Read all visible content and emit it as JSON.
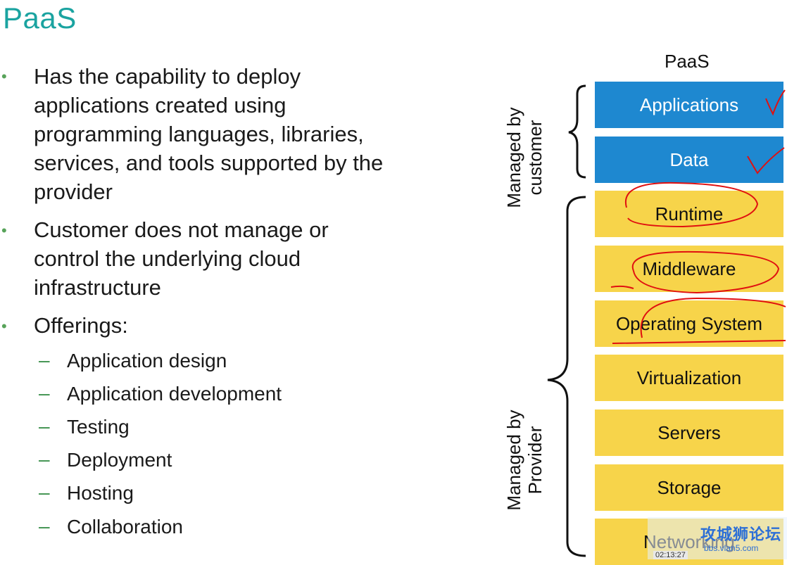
{
  "title": "PaaS",
  "bullets": [
    {
      "marker": "•",
      "lines": [
        "Has the capability to deploy",
        "applications created using",
        "programming languages, libraries,",
        "services, and tools supported by the",
        "provider"
      ]
    },
    {
      "marker": "•",
      "lines": [
        "Customer does not manage or",
        "control the underlying cloud",
        "infrastructure"
      ]
    },
    {
      "marker": "•",
      "lines": [
        "Offerings:"
      ]
    }
  ],
  "offerings": [
    "Application design",
    "Application development",
    "Testing",
    "Deployment",
    "Hosting",
    "Collaboration"
  ],
  "sub_marker": "–",
  "diagram": {
    "title": "PaaS",
    "customer_label": [
      "Managed by",
      "customer"
    ],
    "provider_label": [
      "Managed by",
      "Provider"
    ],
    "layers": [
      {
        "label": "Applications",
        "owner": "customer",
        "color": "#1e88d0"
      },
      {
        "label": "Data",
        "owner": "customer",
        "color": "#1e88d0"
      },
      {
        "label": "Runtime",
        "owner": "provider",
        "color": "#f7d44a"
      },
      {
        "label": "Middleware",
        "owner": "provider",
        "color": "#f7d44a"
      },
      {
        "label": "Operating System",
        "owner": "provider",
        "color": "#f7d44a"
      },
      {
        "label": "Virtualization",
        "owner": "provider",
        "color": "#f7d44a"
      },
      {
        "label": "Servers",
        "owner": "provider",
        "color": "#f7d44a"
      },
      {
        "label": "Storage",
        "owner": "provider",
        "color": "#f7d44a"
      },
      {
        "label": "Networking",
        "owner": "provider",
        "color": "#f7d44a"
      }
    ]
  },
  "watermark": {
    "text": "攻城狮论坛",
    "url": "bbs.vlan5.com",
    "time": "02:13:27"
  },
  "colors": {
    "title": "#1aa3a0",
    "bullet": "#58a35a",
    "annotation": "#e01010"
  }
}
